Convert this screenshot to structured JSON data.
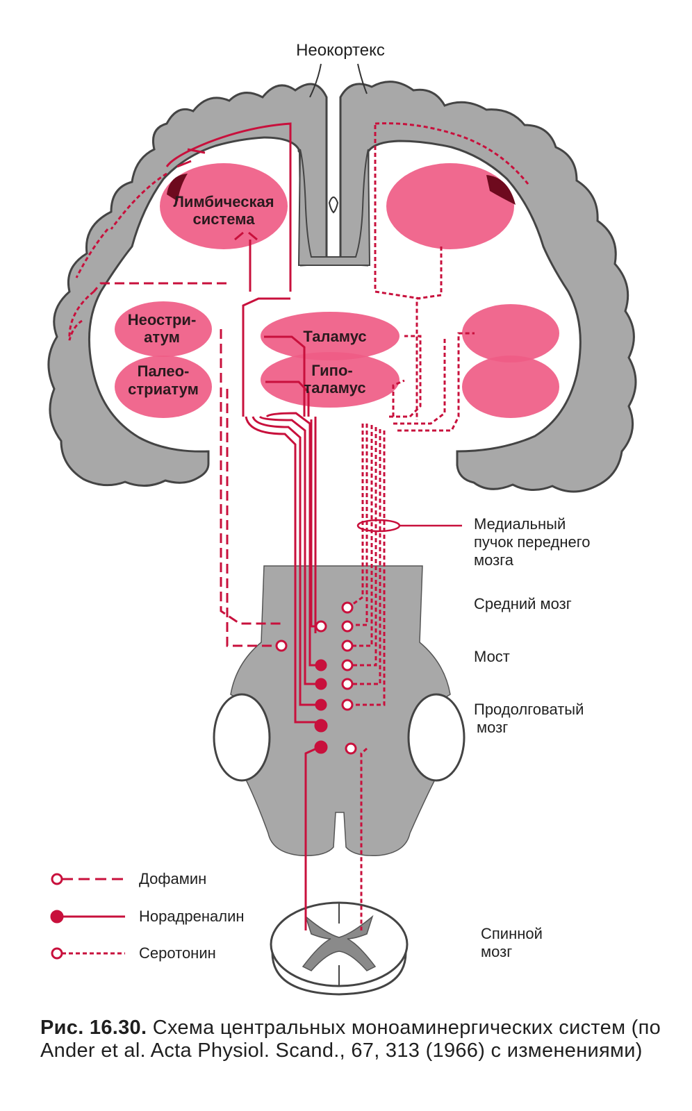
{
  "labels": {
    "neocortex": "Неокортекс",
    "limbic_1": "Лимбическая",
    "limbic_2": "система",
    "neostriatum_1": "Неостри-",
    "neostriatum_2": "атум",
    "paleostriatum_1": "Палео-",
    "paleostriatum_2": "стриатум",
    "thalamus": "Таламус",
    "hypothalamus_1": "Гипо-",
    "hypothalamus_2": "таламус",
    "mfb_1": "Медиальный",
    "mfb_2": "пучок переднего",
    "mfb_3": "мозга",
    "midbrain": "Средний мозг",
    "pons": "Мост",
    "medulla_1": "Продолговатый",
    "medulla_2": "мозг",
    "spinal_1": "Спинной",
    "spinal_2": "мозг"
  },
  "legend": [
    {
      "label": "Дофамин",
      "style": "dashed",
      "marker": "open"
    },
    {
      "label": "Норадреналин",
      "style": "solid",
      "marker": "filled"
    },
    {
      "label": "Серотонин",
      "style": "dotted",
      "marker": "open"
    }
  ],
  "caption": {
    "number": "Рис. 16.30.",
    "text": " Схема центральных моноаминергических систем (по Ander et al. Acta Physiol. Scand., 67, 313 (1966) с изменениями)"
  },
  "colors": {
    "tissue": "#a8a8a8",
    "tissue_dark": "#5a5a5a",
    "pink": "#ef5c86",
    "pathway": "#c8103c"
  }
}
